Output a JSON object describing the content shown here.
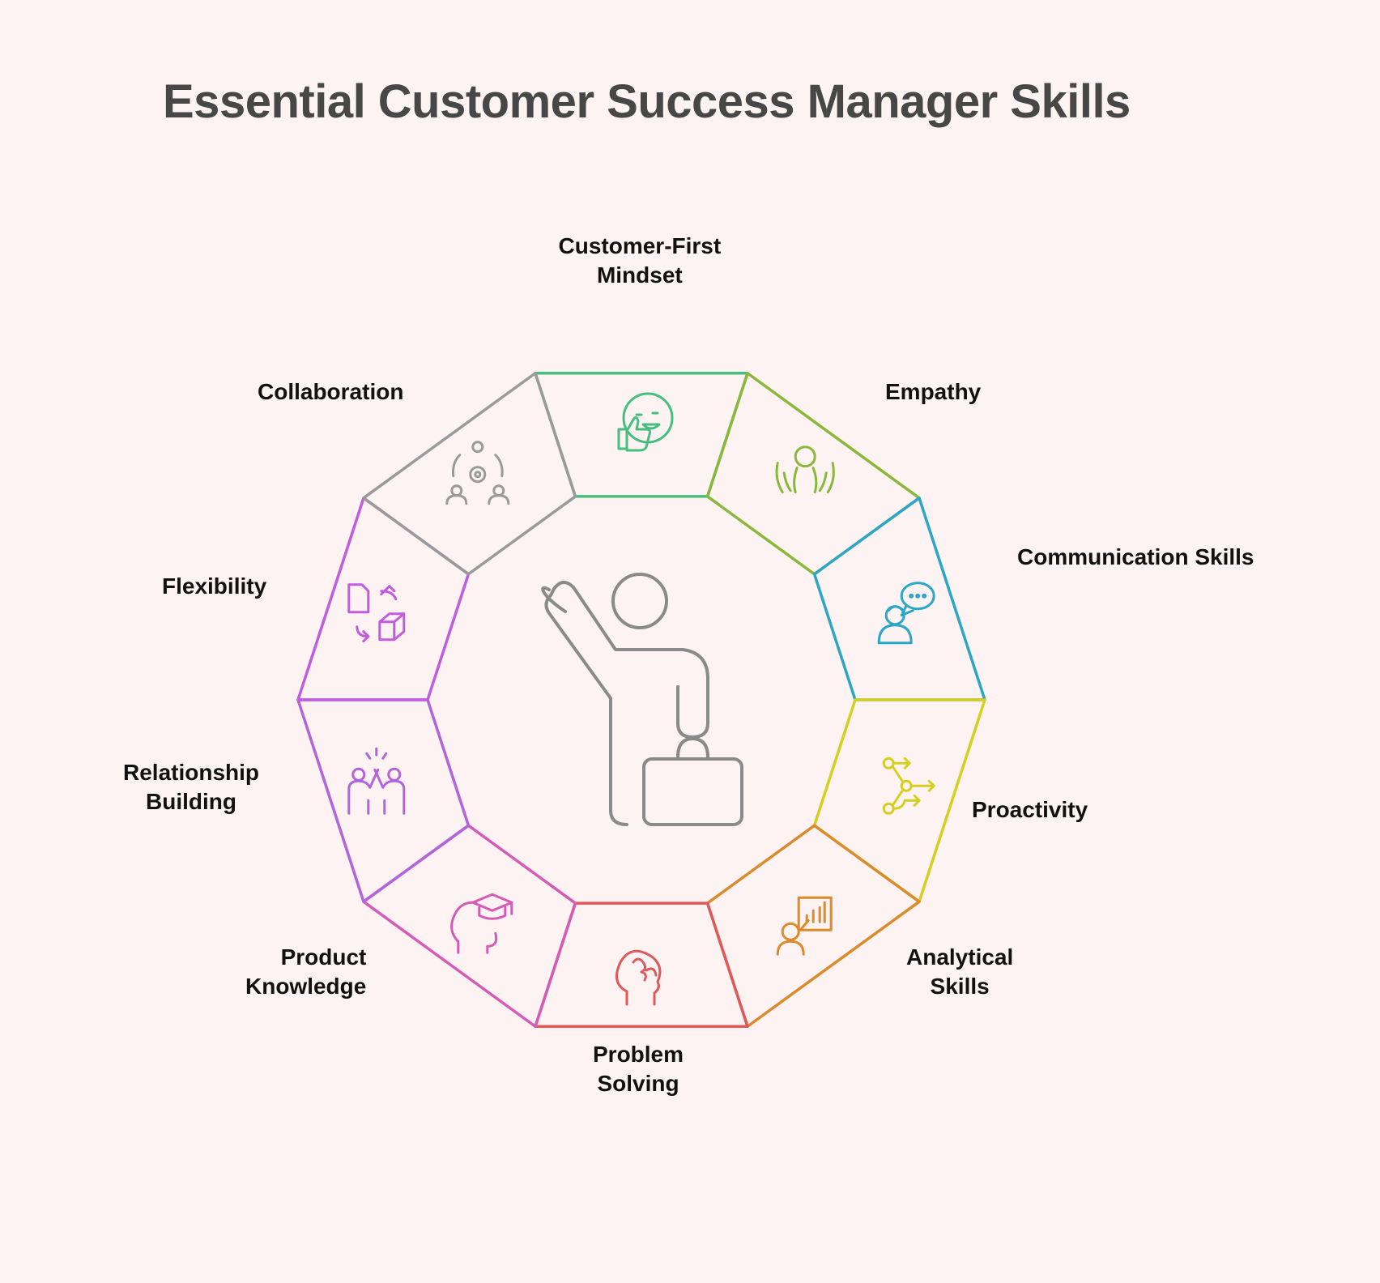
{
  "title": "Essential Customer Success Manager Skills",
  "colors": {
    "background": "#fdf3f2",
    "center_icon": "#8a8a8a"
  },
  "center": {
    "icon": "presenter-with-briefcase-icon"
  },
  "segments": [
    {
      "id": "customer-first-mindset",
      "lines": [
        "Customer-First",
        "Mindset"
      ],
      "color": "#45be80",
      "icon": "smiley-thumbs-up-icon"
    },
    {
      "id": "empathy",
      "lines": [
        "Empathy"
      ],
      "color": "#8ab83a",
      "icon": "caring-hands-person-icon"
    },
    {
      "id": "communication-skills",
      "lines": [
        "Communication Skills"
      ],
      "color": "#2aa6c9",
      "icon": "person-speech-bubble-icon"
    },
    {
      "id": "proactivity",
      "lines": [
        "Proactivity"
      ],
      "color": "#d6cf1f",
      "icon": "network-arrows-icon"
    },
    {
      "id": "analytical-skills",
      "lines": [
        "Analytical",
        "Skills"
      ],
      "color": "#dc8a2b",
      "icon": "presenter-chart-icon"
    },
    {
      "id": "problem-solving",
      "lines": [
        "Problem",
        "Solving"
      ],
      "color": "#e0585a",
      "icon": "puzzle-head-icon"
    },
    {
      "id": "product-knowledge",
      "lines": [
        "Product",
        "Knowledge"
      ],
      "color": "#d55bb6",
      "icon": "graduate-head-icon"
    },
    {
      "id": "relationship-building",
      "lines": [
        "Relationship",
        "Building"
      ],
      "color": "#b164dc",
      "icon": "high-five-icon"
    },
    {
      "id": "flexibility",
      "lines": [
        "Flexibility"
      ],
      "color": "#c35be0",
      "icon": "document-cube-swap-icon"
    },
    {
      "id": "collaboration",
      "lines": [
        "Collaboration"
      ],
      "color": "#9a9a9a",
      "icon": "team-gear-icon"
    }
  ]
}
